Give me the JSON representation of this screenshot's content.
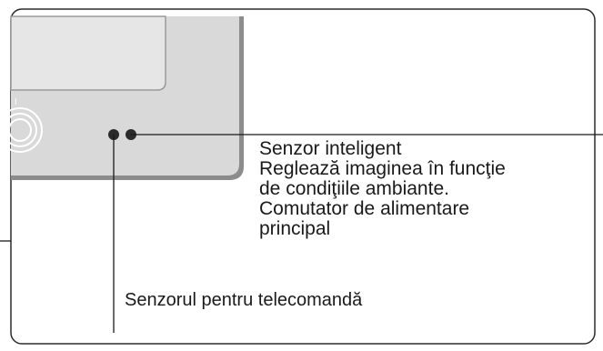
{
  "callouts": {
    "smart_sensor": {
      "title": "Senzor inteligent",
      "line1": "Reglează imaginea în funcţie",
      "line2": "de condiţiile ambiante.",
      "line3": "Comutator de alimentare",
      "line4": "principal"
    },
    "remote_sensor": {
      "label": "Senzorul pentru telecomandă"
    }
  },
  "colors": {
    "frame_stroke": "#2b2b2b",
    "panel_fill": "#d9d9d9",
    "panel_edge": "#8c8c8c",
    "screen_fill": "#e3e3e3",
    "leader_line": "#1a1a1a"
  }
}
